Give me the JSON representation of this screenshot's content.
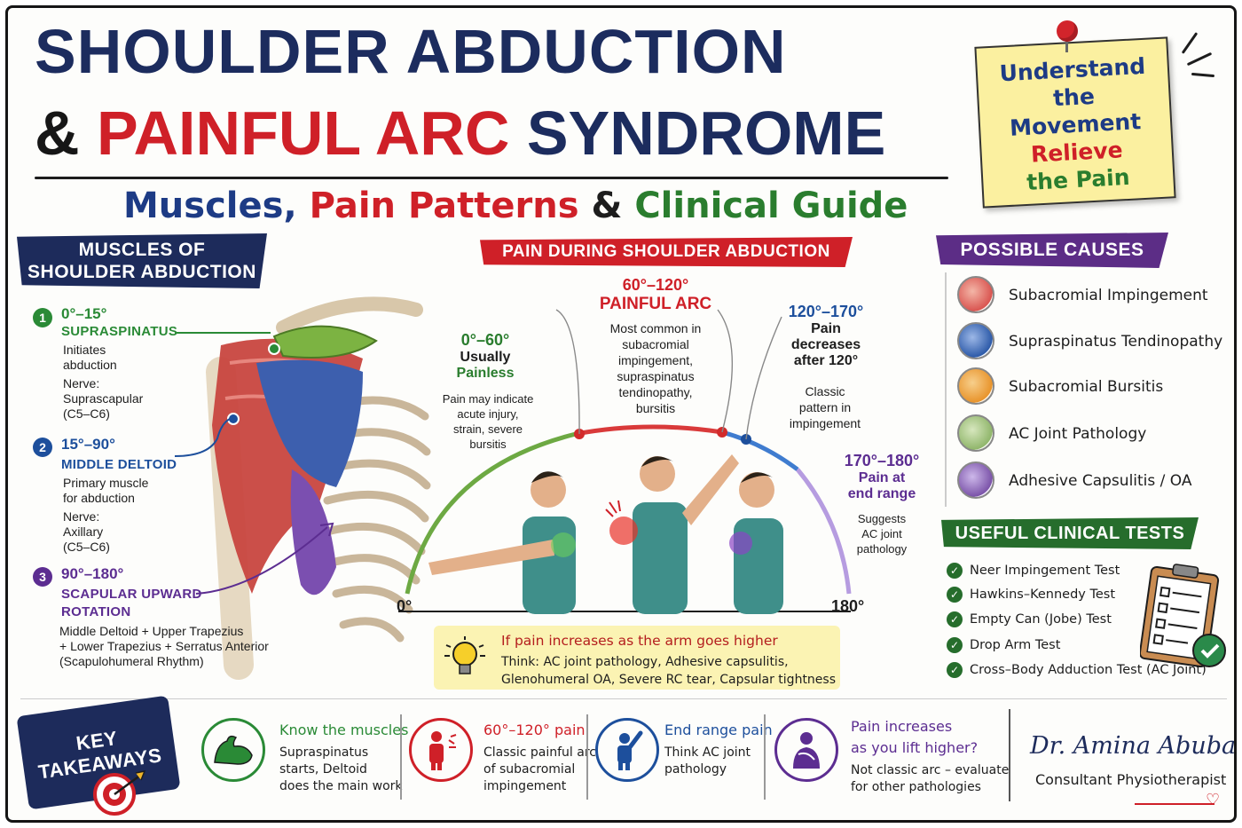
{
  "title": {
    "line1": "SHOULDER ABDUCTION",
    "line2_amp": "&",
    "line2_red": "PAINFUL ARC",
    "line2_navy": "SYNDROME",
    "subtitle_1": "Muscles,",
    "subtitle_2": "Pain Patterns",
    "subtitle_3": "&",
    "subtitle_4": "Clinical Guide"
  },
  "sticky_note": {
    "line1": "Understand",
    "line2": "the Movement",
    "line3": "Relieve",
    "line4": "the Pain"
  },
  "muscles": {
    "heading_1": "MUSCLES OF",
    "heading_2": "SHOULDER ABDUCTION",
    "items": [
      {
        "num": "1",
        "range": "0°–15°",
        "name": "SUPRASPINATUS",
        "desc_1": "Initiates",
        "desc_2": "abduction",
        "nerve_1": "Nerve:",
        "nerve_2": "Suprascapular",
        "nerve_3": "(C5–C6)"
      },
      {
        "num": "2",
        "range": "15°–90°",
        "name": "MIDDLE DELTOID",
        "desc_1": "Primary muscle",
        "desc_2": "for abduction",
        "nerve_1": "Nerve:",
        "nerve_2": "Axillary",
        "nerve_3": "(C5–C6)"
      },
      {
        "num": "3",
        "range": "90°–180°",
        "name_1": "SCAPULAR UPWARD",
        "name_2": "ROTATION",
        "desc_1": "Middle Deltoid + Upper Trapezius",
        "desc_2": "+ Lower Trapezius + Serratus Anterior",
        "desc_3": "(Scapulohumeral Rhythm)"
      }
    ],
    "colors": {
      "green": "#2a8a36",
      "blue": "#1d4f9c",
      "purple": "#5c2d91"
    }
  },
  "pain": {
    "heading": "PAIN DURING SHOULDER ABDUCTION",
    "zone1": {
      "range": "0°–60°",
      "l1": "Usually",
      "l2": "Painless",
      "t1": "Pain may indicate",
      "t2": "acute injury,",
      "t3": "strain, severe",
      "t4": "bursitis"
    },
    "zone2": {
      "range": "60°–120°",
      "name": "PAINFUL ARC",
      "t1": "Most common in",
      "t2": "subacromial",
      "t3": "impingement,",
      "t4": "supraspinatus",
      "t5": "tendinopathy,",
      "t6": "bursitis"
    },
    "zone3": {
      "range": "120°–170°",
      "l1": "Pain",
      "l2": "decreases",
      "l3": "after 120°",
      "t1": "Classic",
      "t2": "pattern in",
      "t3": "impingement"
    },
    "zone4": {
      "range": "170°–180°",
      "l1": "Pain at",
      "l2": "end range",
      "t1": "Suggests",
      "t2": "AC joint",
      "t3": "pathology"
    },
    "axis_start": "0°",
    "axis_end": "180°",
    "tip_title": "If pain increases as the arm goes higher",
    "tip_1": "Think: AC joint pathology, Adhesive capsulitis,",
    "tip_2": "Glenohumeral OA, Severe RC tear, Capsular tightness"
  },
  "causes": {
    "heading": "POSSIBLE CAUSES",
    "items": [
      {
        "label": "Subacromial Impingement",
        "color": "#d9534f"
      },
      {
        "label": "Supraspinatus Tendinopathy",
        "color": "#2b59a8"
      },
      {
        "label": "Subacromial Bursitis",
        "color": "#e8932a"
      },
      {
        "label": "AC Joint Pathology",
        "color": "#8fb56a"
      },
      {
        "label": "Adhesive Capsulitis / OA",
        "color": "#7a52a8"
      }
    ]
  },
  "tests": {
    "heading": "USEFUL CLINICAL TESTS",
    "items": [
      "Neer Impingement Test",
      "Hawkins–Kennedy Test",
      "Empty Can (Jobe) Test",
      "Drop Arm Test",
      "Cross–Body Adduction Test (AC Joint)"
    ]
  },
  "takeaways": {
    "heading_1": "KEY",
    "heading_2": "TAKEAWAYS",
    "items": [
      {
        "title": "Know the muscles",
        "t1": "Supraspinatus",
        "t2": "starts, Deltoid",
        "t3": "does the main work",
        "color": "#2a8a36"
      },
      {
        "title": "60°–120° pain",
        "t1": "Classic painful arc",
        "t2": "of subacromial",
        "t3": "impingement",
        "color": "#cf2028"
      },
      {
        "title": "End range pain",
        "t1": "Think AC joint",
        "t2": "pathology",
        "t3": "",
        "color": "#1d4f9c"
      },
      {
        "title_1": "Pain increases",
        "title_2": "as you lift higher?",
        "t1": "Not classic arc – evaluate",
        "t2": "for other pathologies",
        "color": "#5c2d91"
      }
    ]
  },
  "author": {
    "name": "Dr. Amina Abubakar",
    "role": "Consultant Physiotherapist"
  }
}
